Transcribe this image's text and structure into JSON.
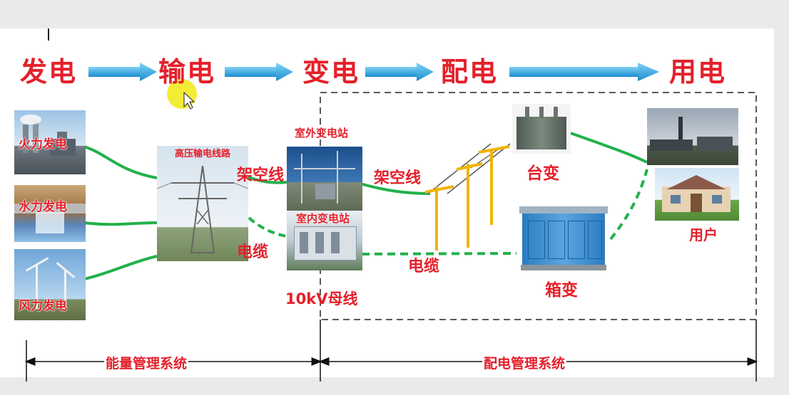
{
  "stages": [
    "发电",
    "输电",
    "变电",
    "配电",
    "用电"
  ],
  "sources": [
    "火力发电",
    "水力发电",
    "风力发电"
  ],
  "transmission": {
    "tower_label": "高压输电线路"
  },
  "substations": {
    "outdoor_label": "室外变电站",
    "indoor_label": "室内变电站"
  },
  "lines": {
    "overhead_1": "架空线",
    "cable_1": "电缆",
    "overhead_2": "架空线",
    "cable_2": "电缆",
    "bus": "10kV母线"
  },
  "transformers": {
    "pole": "台变",
    "box": "箱变"
  },
  "users": {
    "label": "用户"
  },
  "systems": {
    "energy": "能量管理系统",
    "distribution": "配电管理系统"
  },
  "colors": {
    "stage_red": "#e4202a",
    "arrow_blue": "#2aa4dc",
    "line_green": "#22b14c",
    "pole_yellow": "#f0b400"
  }
}
